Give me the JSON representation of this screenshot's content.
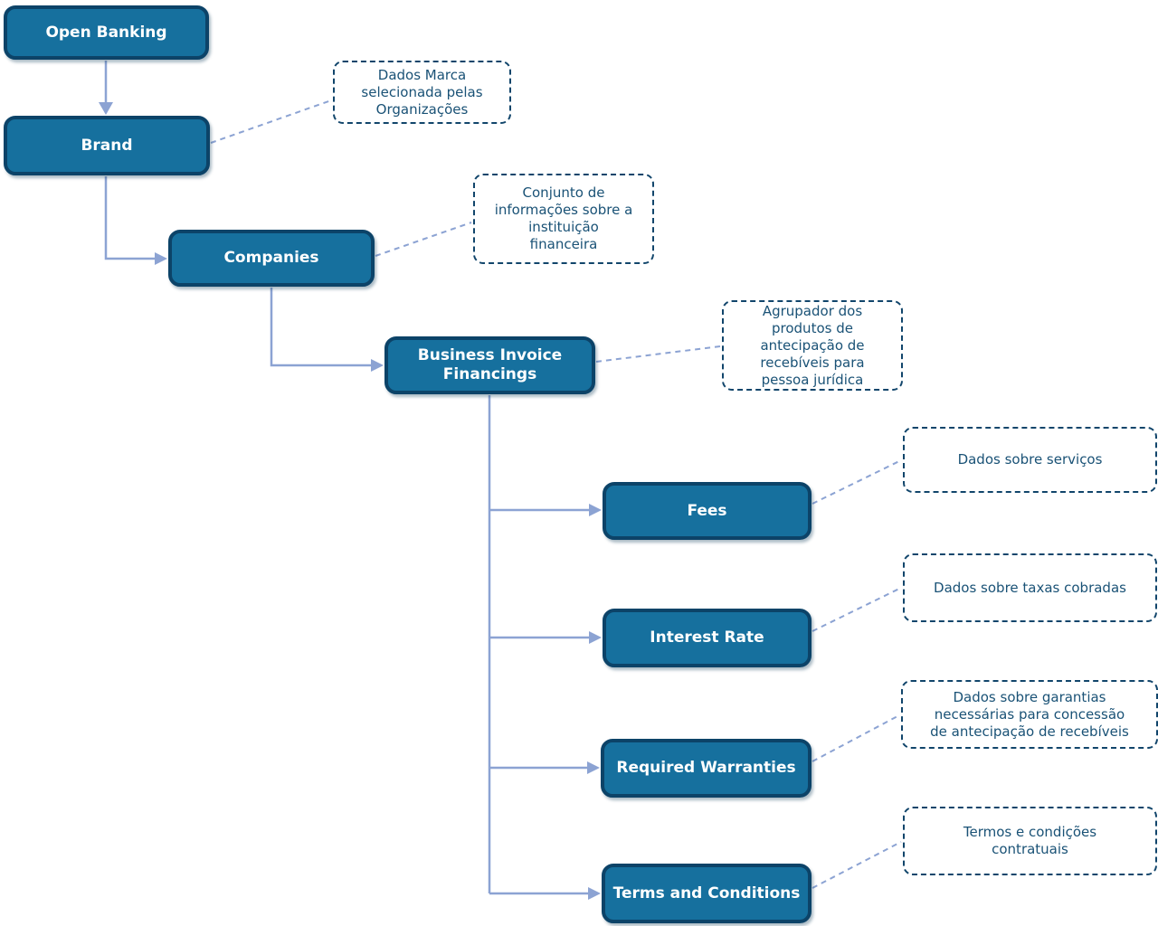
{
  "colors": {
    "node_fill": "#16709E",
    "node_border": "#0C4368",
    "node_text": "#FFFFFF",
    "annotation_border": "#11456B",
    "annotation_text": "#1A5276",
    "connector": "#8CA3D3",
    "background": "#FFFFFF"
  },
  "nodes": [
    {
      "id": "open-banking",
      "label": "Open Banking"
    },
    {
      "id": "brand",
      "label": "Brand"
    },
    {
      "id": "companies",
      "label": "Companies"
    },
    {
      "id": "business-invoice-financings",
      "label": "Business Invoice\nFinancings"
    },
    {
      "id": "fees",
      "label": "Fees"
    },
    {
      "id": "interest-rate",
      "label": "Interest Rate"
    },
    {
      "id": "required-warranties",
      "label": "Required Warranties"
    },
    {
      "id": "terms-and-conditions",
      "label": "Terms and Conditions"
    }
  ],
  "annotations": [
    {
      "for": "brand",
      "text": "Dados Marca\nselecionada pelas\nOrganizações"
    },
    {
      "for": "companies",
      "text": "Conjunto de\ninformações sobre a\ninstituição\nfinanceira"
    },
    {
      "for": "business-invoice-financings",
      "text": "Agrupador dos\nprodutos de\nantecipação de\nrecebíveis para\npessoa jurídica"
    },
    {
      "for": "fees",
      "text": "Dados sobre serviços"
    },
    {
      "for": "interest-rate",
      "text": "Dados sobre taxas cobradas"
    },
    {
      "for": "required-warranties",
      "text": "Dados sobre garantias\nnecessárias para concessão\nde antecipação de recebíveis"
    },
    {
      "for": "terms-and-conditions",
      "text": "Termos e condições\ncontratuais"
    }
  ]
}
